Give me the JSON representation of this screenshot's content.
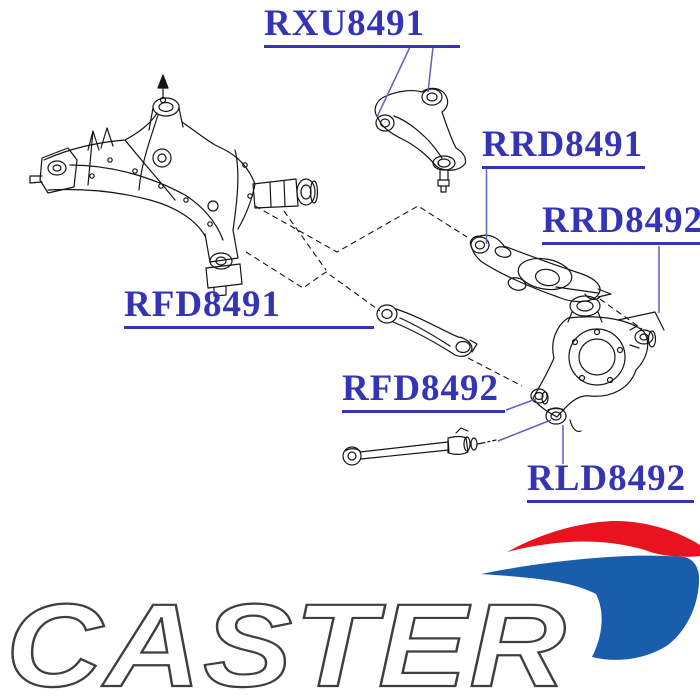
{
  "callouts": [
    {
      "part_number": "RXU8491",
      "target_part": "upper-control-arm"
    },
    {
      "part_number": "RRD8491",
      "target_part": "rear-lower-spring-arm"
    },
    {
      "part_number": "RRD8492",
      "target_part": "knuckle-rear-bushing"
    },
    {
      "part_number": "RFD8491",
      "target_part": "front-lower-arm"
    },
    {
      "part_number": "RFD8492",
      "target_part": "knuckle-front-bushing"
    },
    {
      "part_number": "RLD8492",
      "target_part": "knuckle-lower-bushing"
    }
  ],
  "drawing": {
    "parts": [
      "rear-subframe-crossmember",
      "upper-control-arm",
      "rear-lower-spring-arm",
      "front-lower-arm",
      "wheel-knuckle-hub-carrier",
      "lateral-link-rod"
    ]
  },
  "logo": {
    "text": "CASTER"
  },
  "colors": {
    "label_blue": "#3434b4",
    "leader_blue": "#6161b5",
    "line_black": "#151515",
    "swoosh_red": "#e8131f",
    "swoosh_blue": "#1a5dad",
    "logo_outline": "#3f3f3f"
  }
}
